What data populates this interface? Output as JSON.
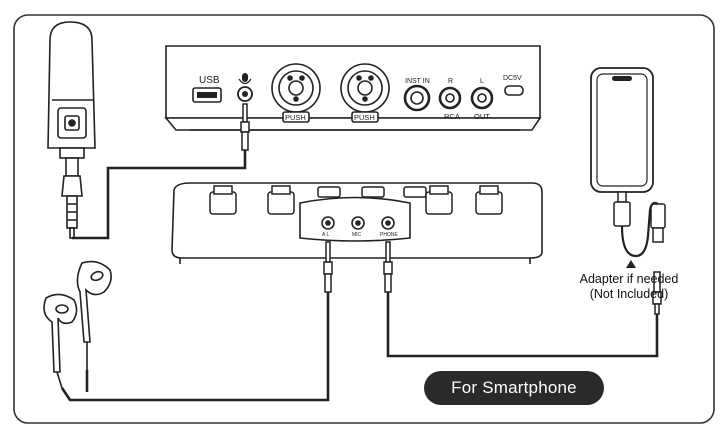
{
  "top_panel": {
    "usb_label": "USB",
    "inst_label": "INST IN",
    "r_label": "R",
    "l_label": "L",
    "rca_label": "RCA",
    "out_label": "OUT",
    "dc_label": "DC5V",
    "push_label": "PUSH"
  },
  "front_panel": {
    "jack_labels": [
      "A L",
      "MIC",
      "PHONE"
    ]
  },
  "adapter_note": {
    "line1": "Adapter if needed",
    "line2": "(Not Included)"
  },
  "caption": "For Smartphone"
}
